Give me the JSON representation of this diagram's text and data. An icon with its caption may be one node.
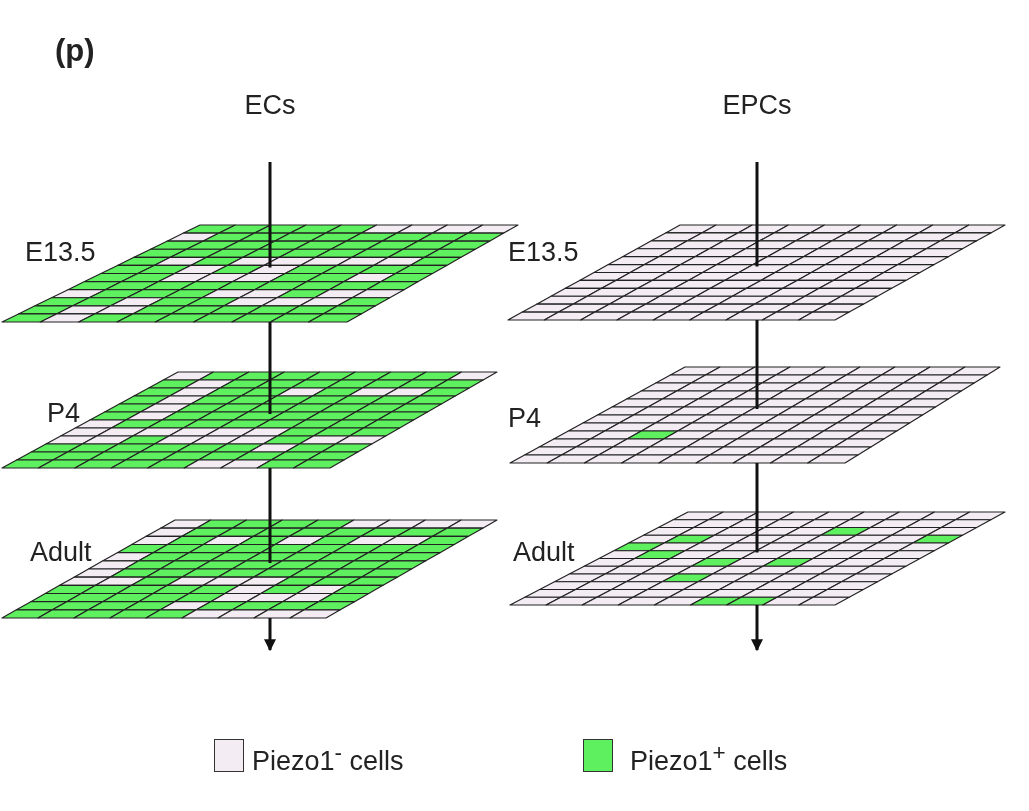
{
  "diagram": {
    "labels": [
      "(p)",
      "ECs",
      "EPCs",
      "E13.5",
      "P4",
      "Adult",
      "E13.5",
      "P4",
      "Adult"
    ],
    "legend": [
      {
        "text": "Piezo1$^{-}$ cells",
        "color": "#f3ecf3"
      },
      {
        "text": "Piezo1$^{+}$ cells",
        "color": "#5ff05f"
      }
    ]
  }
}
